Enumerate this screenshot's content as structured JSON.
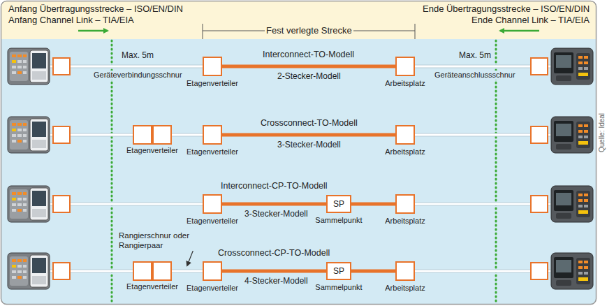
{
  "diagram": {
    "nodes": [
      {
        "text": [
          "Etagenverteiler"
        ]
      },
      {
        "text": [
          "Arbeitsplatz"
        ]
      },
      {
        "text": [
          "Etagenverteiler"
        ]
      },
      {
        "text": [
          "Etagenverteiler"
        ]
      },
      {
        "text": [
          "Arbeitsplatz"
        ]
      },
      {
        "text": [
          "Etagenverteiler"
        ]
      },
      {
        "text": [
          "SP",
          "Sammelpunkt"
        ]
      },
      {
        "text": [
          "Arbeitsplatz"
        ]
      },
      {
        "text": [
          "Etagenverteiler"
        ]
      },
      {
        "text": [
          "Etagenverteiler"
        ]
      },
      {
        "text": [
          "SP",
          "Sammelpunkt"
        ]
      },
      {
        "text": [
          "Arbeitsplatz"
        ]
      }
    ],
    "edges": [
      {
        "from": 0,
        "to": 1,
        "arrow": "none",
        "label": "Interconnect-TO-Modell"
      },
      {
        "from": 2,
        "to": 3,
        "arrow": "none"
      },
      {
        "from": 3,
        "to": 4,
        "arrow": "none",
        "label": "Crossconnect-TO-Modell"
      },
      {
        "from": 5,
        "to": 6,
        "arrow": "none",
        "label": "Interconnect-CP-TO-Modell"
      },
      {
        "from": 6,
        "to": 7,
        "arrow": "none"
      },
      {
        "from": 8,
        "to": 9,
        "arrow": "none"
      },
      {
        "from": 9,
        "to": 10,
        "arrow": "none",
        "label": "Crossconnect-CP-TO-Modell"
      },
      {
        "from": 10,
        "to": 11,
        "arrow": "none"
      }
    ],
    "labels": [
      "Anfang Übertragungsstrecke – ISO/EN/DIN",
      "Anfang Channel Link – TIA/EIA",
      "Ende Übertragungsstrecke – ISO/EN/DIN",
      "Ende Channel Link – TIA/EIA",
      "Fest verlegte Strecke",
      "Max. 5m",
      "Geräteverbindungsschnur",
      "Max. 5m",
      "Geräteanschlussschnur",
      "2-Stecker-Modell",
      "3-Stecker-Modell",
      "Rangierschnur oder Rangierpaar",
      "3-Stecker-Modell",
      "4-Stecker-Modell",
      "Quelle: Ideal"
    ]
  }
}
